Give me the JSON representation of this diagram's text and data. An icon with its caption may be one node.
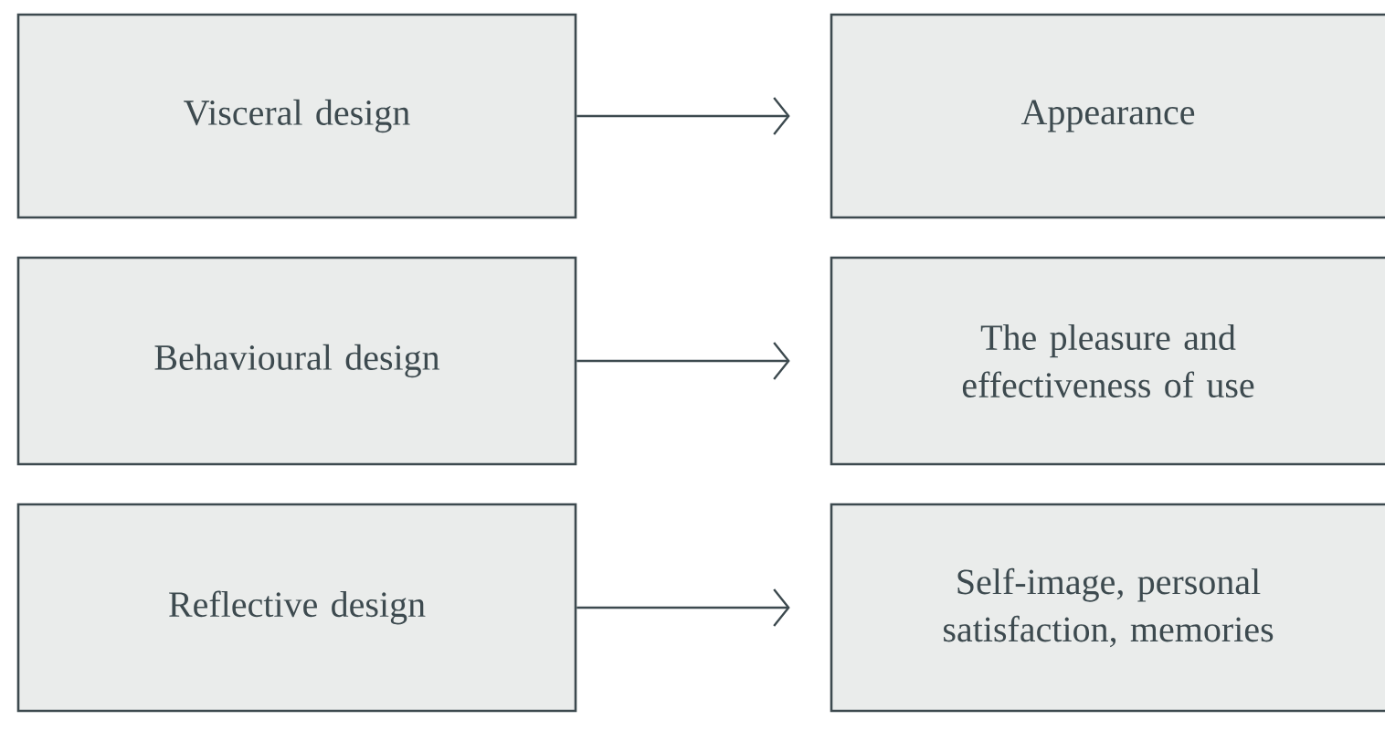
{
  "diagram": {
    "nodes": [
      {
        "text": [
          "Visceral design"
        ]
      },
      {
        "text": [
          "Appearance"
        ]
      },
      {
        "text": [
          "Behavioural design"
        ]
      },
      {
        "text": [
          "The pleasure and effectiveness of use"
        ]
      },
      {
        "text": [
          "Reflective design"
        ]
      },
      {
        "text": [
          "Self-image, personal satisfaction, memories"
        ]
      }
    ],
    "edges": [
      {
        "from": 0,
        "to": 1,
        "arrow": "to"
      },
      {
        "from": 2,
        "to": 3,
        "arrow": "to"
      },
      {
        "from": 4,
        "to": 5,
        "arrow": "to"
      }
    ]
  }
}
